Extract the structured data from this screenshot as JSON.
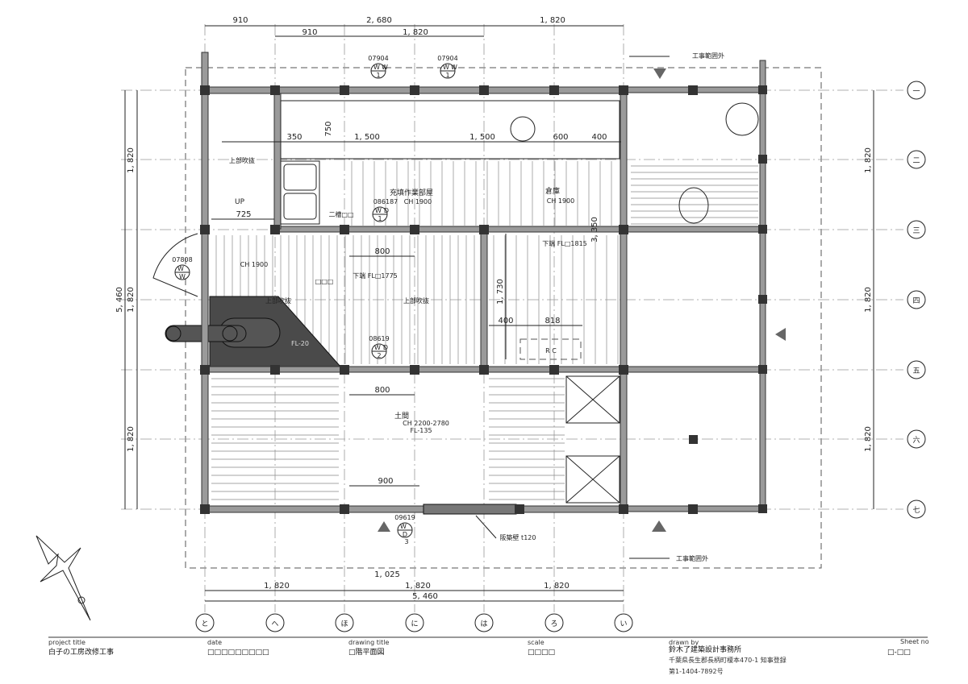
{
  "dimensions": {
    "top_row1": [
      "910",
      "2, 680",
      "1, 820"
    ],
    "top_row2": [
      "910",
      "1, 820"
    ],
    "left": [
      "1, 820",
      "5, 460",
      "1, 820",
      "1, 820"
    ],
    "right": [
      "1, 820",
      "1, 820",
      "1, 820"
    ],
    "bottom_row1": [
      "1, 820",
      "1, 820",
      "1, 820"
    ],
    "bottom_extra": "1, 025",
    "bottom_total": "5, 460",
    "interior": {
      "d350": "350",
      "d750": "750",
      "d1500a": "1, 500",
      "d1500b": "1, 500",
      "d600": "600",
      "d400": "400",
      "d725": "725",
      "d800a": "800",
      "d800b": "800",
      "d900": "900",
      "d1730": "1, 730",
      "d400b": "400",
      "d818": "818",
      "d3350": "3, 350"
    }
  },
  "grid_columns": [
    "と",
    "へ",
    "ほ",
    "に",
    "は",
    "ろ",
    "い"
  ],
  "grid_rows": [
    "一",
    "二",
    "三",
    "四",
    "五",
    "六",
    "七"
  ],
  "rooms": {
    "filling_room": {
      "name": "充填作業部屋",
      "ch": "CH  1900",
      "code": "086187"
    },
    "storage": {
      "name": "倉庫",
      "ch": "CH  1900"
    },
    "left_room_ch": "CH  1900",
    "left_room_name": "□□□",
    "doma": {
      "name": "土間",
      "ch": "CH  2200-2780",
      "fl": "FL-135"
    },
    "stair_up": "UP",
    "stair_void": "上部吹抜",
    "void_1": "上部吹抜",
    "void_2": "上部吹抜",
    "stove_fl": "FL-20",
    "sink": "二槽□□",
    "beam_1775": "下端  FL□1775",
    "beam_1815": "下端  FL□1815",
    "rc": "R C",
    "fire_wall": "阪築壁  t120"
  },
  "fittings": [
    {
      "code": "07904",
      "top": "W",
      "right": "W",
      "num": "1"
    },
    {
      "code": "07904",
      "top": "W",
      "right": "W",
      "num": "1"
    },
    {
      "code": "07808",
      "top": "W",
      "right": "",
      "num": "W"
    },
    {
      "code": "08619",
      "top": "W",
      "right": "D",
      "num": "2"
    },
    {
      "code": "09619",
      "top": "W",
      "right": "",
      "num": "D",
      "sub": "3"
    },
    {
      "code": "",
      "top": "W",
      "right": "D",
      "num": "1"
    }
  ],
  "site_limit_label": "工事範囲外",
  "title_block": {
    "project_title_label": "project title",
    "project_title": "白子の工房改修工事",
    "date_label": "date",
    "date": "□□□□□□□□□",
    "drawing_title_label": "drawing title",
    "drawing_title": "□階平面図",
    "scale_label": "scale",
    "scale": "□□□□",
    "drawn_by_label": "drawn by",
    "drawn_by": "鈴木了建築設計事務所",
    "address": "千葉県長生郡長柄町榎本470-1 知事登録",
    "registration": "第1-1404-7892号",
    "sheet_no_label": "Sheet no",
    "sheet_no": "□-□□"
  },
  "colors": {
    "wall": "#9a9a9a",
    "column": "#333333",
    "stove": "#4a4a4a"
  }
}
